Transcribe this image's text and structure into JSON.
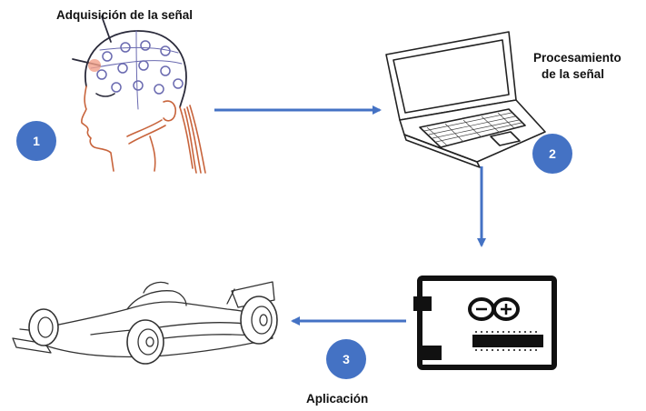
{
  "labels": {
    "acquisition": "Adquisición de la señal",
    "processing_line1": "Procesamiento",
    "processing_line2": "de la señal",
    "application": "Aplicación"
  },
  "steps": [
    "1",
    "2",
    "3"
  ],
  "colors": {
    "arrow": "#4472c4",
    "badge": "#4472c4",
    "head_outline": "#c8643c",
    "electrode": "#6a6ab0"
  },
  "icons": [
    "eeg-head-icon",
    "laptop-icon",
    "arduino-board-icon",
    "race-car-icon"
  ]
}
